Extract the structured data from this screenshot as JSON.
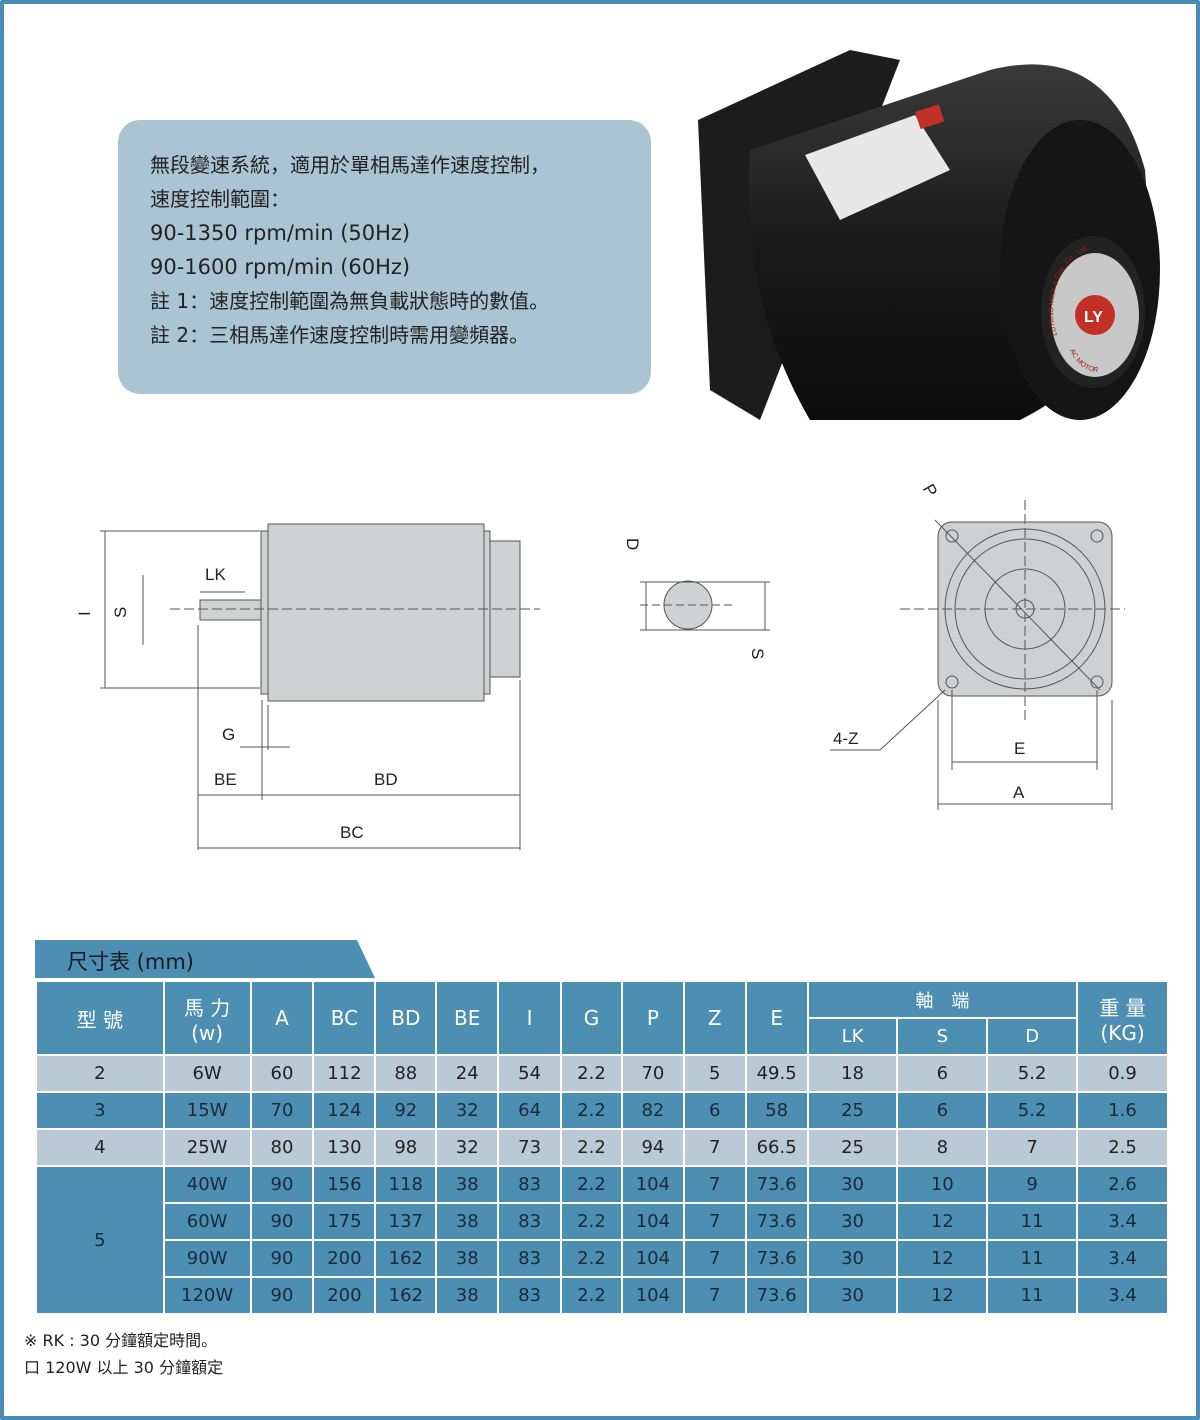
{
  "info": {
    "lines": [
      "無段變速系統，適用於單相馬達作速度控制，",
      "速度控制範圍：",
      "90-1350 rpm/min (50Hz)",
      "90-1600 rpm/min (60Hz)",
      "註 1：速度控制範圍為無負載狀態時的數值。",
      "註 2：三相馬達作速度控制時需用變頻器。"
    ]
  },
  "photo": {
    "logo": "LY",
    "brand": "LUYANG Mach & Elec. Co., Ltd.",
    "type": "AC MOTOR"
  },
  "diagram": {
    "side": {
      "I": "I",
      "S": "S",
      "LK": "LK",
      "G": "G",
      "BE": "BE",
      "BD": "BD",
      "BC": "BC"
    },
    "shaft": {
      "D": "D",
      "S": "S"
    },
    "front": {
      "P": "P",
      "Z": "4-Z",
      "E": "E",
      "A": "A"
    }
  },
  "table": {
    "title": "尺寸表 (mm)",
    "headers": {
      "model": "型 號",
      "power": "馬 力",
      "power_unit": "(w)",
      "A": "A",
      "BC": "BC",
      "BD": "BD",
      "BE": "BE",
      "I": "I",
      "G": "G",
      "P": "P",
      "Z": "Z",
      "E": "E",
      "shaft": "軸　端",
      "LK": "LK",
      "S": "S",
      "D": "D",
      "weight": "重 量",
      "weight_unit": "(KG)"
    },
    "rows": [
      [
        "2",
        "6W",
        "60",
        "112",
        "88",
        "24",
        "54",
        "2.2",
        "70",
        "5",
        "49.5",
        "18",
        "6",
        "5.2",
        "0.9"
      ],
      [
        "3",
        "15W",
        "70",
        "124",
        "92",
        "32",
        "64",
        "2.2",
        "82",
        "6",
        "58",
        "25",
        "6",
        "5.2",
        "1.6"
      ],
      [
        "4",
        "25W",
        "80",
        "130",
        "98",
        "32",
        "73",
        "2.2",
        "94",
        "7",
        "66.5",
        "25",
        "8",
        "7",
        "2.5"
      ],
      [
        "5",
        "40W",
        "90",
        "156",
        "118",
        "38",
        "83",
        "2.2",
        "104",
        "7",
        "73.6",
        "30",
        "10",
        "9",
        "2.6"
      ],
      [
        "5",
        "60W",
        "90",
        "175",
        "137",
        "38",
        "83",
        "2.2",
        "104",
        "7",
        "73.6",
        "30",
        "12",
        "11",
        "3.4"
      ],
      [
        "5",
        "90W",
        "90",
        "200",
        "162",
        "38",
        "83",
        "2.2",
        "104",
        "7",
        "73.6",
        "30",
        "12",
        "11",
        "3.4"
      ],
      [
        "5",
        "120W",
        "90",
        "200",
        "162",
        "38",
        "83",
        "2.2",
        "104",
        "7",
        "73.6",
        "30",
        "12",
        "11",
        "3.4"
      ]
    ]
  },
  "notes": [
    "※ RK : 30 分鐘額定時間。",
    "口 120W 以上 30 分鐘額定"
  ],
  "colors": {
    "border": "#4a8bb2",
    "header": "#4d8fb3",
    "light_row": "#b9c9d5",
    "infobox": "#abc4d3"
  }
}
